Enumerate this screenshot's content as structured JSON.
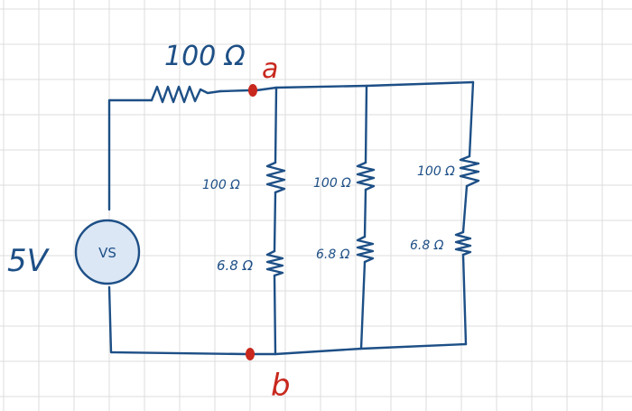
{
  "colors": {
    "background": "#ffffff",
    "grid": "#dcdcdc",
    "ink": "#1d4f86",
    "node_marker": "#c8281e",
    "source_fill": "#dbe7f5"
  },
  "source": {
    "value_label": "5V",
    "symbol_label": "VS"
  },
  "series_resistor": {
    "label": "100 Ω"
  },
  "nodes": {
    "top": {
      "label": "a"
    },
    "bottom": {
      "label": "b"
    }
  },
  "branches": [
    {
      "upper_label": "100 Ω",
      "lower_label": "6.8 Ω"
    },
    {
      "upper_label": "100 Ω",
      "lower_label": "6.8 Ω"
    },
    {
      "upper_label": "100 Ω",
      "lower_label": "6.8 Ω"
    }
  ]
}
